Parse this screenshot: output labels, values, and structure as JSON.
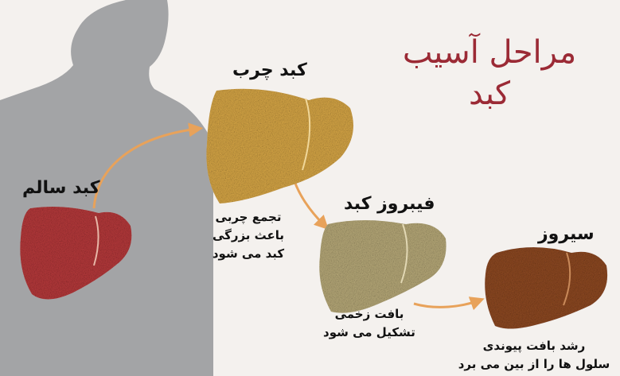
{
  "title_line1": "مراحل آسیب",
  "title_line2": "کبد",
  "stages": [
    {
      "name": "کبد سالم",
      "description": []
    },
    {
      "name": "کبد چرب",
      "description": [
        "تجمع چربی",
        "باعث بزرگی",
        "کبد می شود"
      ]
    },
    {
      "name": "فیبروز کبد",
      "description": [
        "بافت زخمی",
        "تشکیل می شود"
      ]
    },
    {
      "name": "سیروز",
      "description": [
        "رشد بافت پیوندی",
        "سلول ها را از بین می برد"
      ]
    }
  ],
  "colors": {
    "background": "#f4f1ee",
    "silhouette": "#a3a4a6",
    "title": "#9b2a35",
    "arrow": "#e8a25a",
    "healthy": "#b83a3c",
    "fatty": "#d9a847",
    "fibrosis": "#b9ab7a",
    "cirrhosis": "#8f4a23"
  },
  "icons": [
    "human-silhouette",
    "liver-icon",
    "arrow-icon"
  ]
}
